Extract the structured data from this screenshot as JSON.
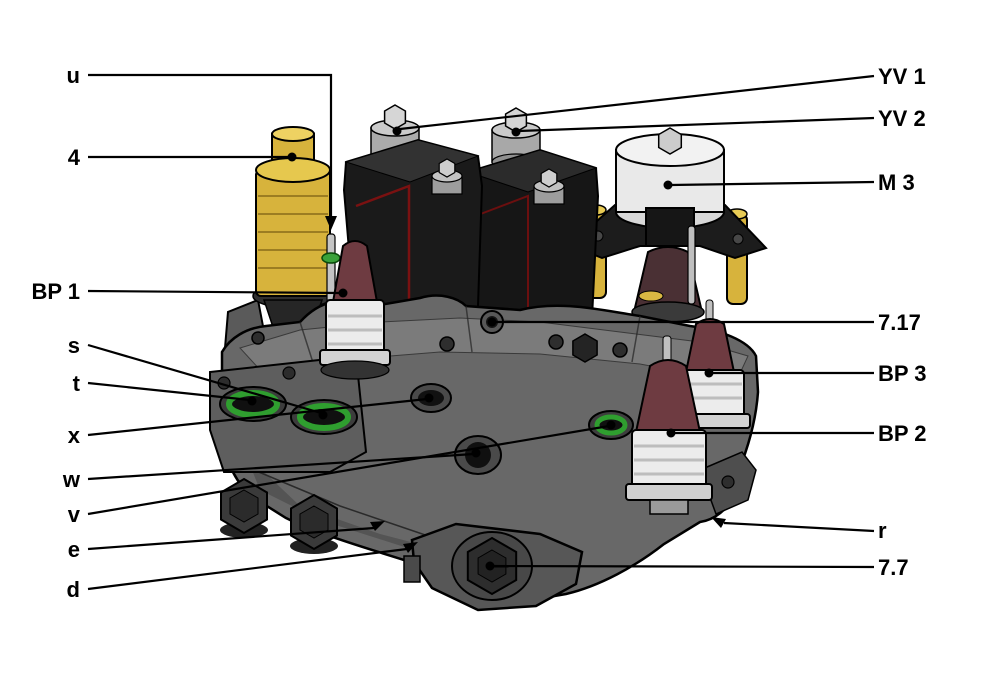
{
  "figure": {
    "kind": "technical-parts-diagram",
    "background": "#ffffff"
  },
  "colors": {
    "background": "#ffffff",
    "callout_line": "#000000",
    "label_text": "#000000",
    "part_yellow": "#d7b33c",
    "seal_green": "#2f9e2f",
    "cap_maroon": "#6e3b41",
    "coil_black": "#161616",
    "motor_white": "#e9e9e9",
    "body_gray": "#686868"
  },
  "callouts": {
    "left": [
      {
        "id": "u",
        "label": "u",
        "terminator": "arrow"
      },
      {
        "id": "4",
        "label": "4",
        "terminator": "dot"
      },
      {
        "id": "bp1",
        "label": "BP 1",
        "terminator": "dot"
      },
      {
        "id": "s",
        "label": "s",
        "terminator": "dot"
      },
      {
        "id": "t",
        "label": "t",
        "terminator": "dot"
      },
      {
        "id": "x",
        "label": "x",
        "terminator": "dot"
      },
      {
        "id": "w",
        "label": "w",
        "terminator": "dot"
      },
      {
        "id": "v",
        "label": "v",
        "terminator": "dot"
      },
      {
        "id": "e",
        "label": "e",
        "terminator": "arrow"
      },
      {
        "id": "d",
        "label": "d",
        "terminator": "arrow"
      }
    ],
    "right": [
      {
        "id": "yv1",
        "label": "YV 1",
        "terminator": "dot"
      },
      {
        "id": "yv2",
        "label": "YV 2",
        "terminator": "dot"
      },
      {
        "id": "m3",
        "label": "M 3",
        "terminator": "dot"
      },
      {
        "id": "717",
        "label": "7.17",
        "terminator": "dot"
      },
      {
        "id": "bp3",
        "label": "BP 3",
        "terminator": "dot"
      },
      {
        "id": "bp2",
        "label": "BP 2",
        "terminator": "dot"
      },
      {
        "id": "r",
        "label": "r",
        "terminator": "arrow"
      },
      {
        "id": "77",
        "label": "7.7",
        "terminator": "dot"
      }
    ]
  }
}
